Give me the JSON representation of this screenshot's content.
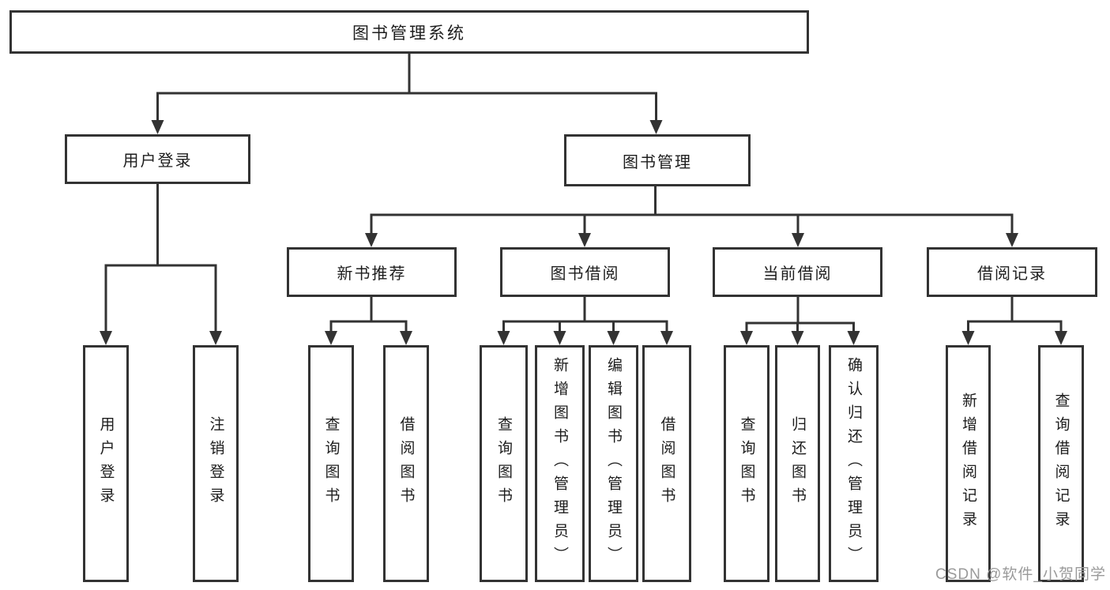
{
  "diagram": {
    "root": {
      "label": "图书管理系统"
    },
    "branches": [
      {
        "label": "用户登录",
        "children": [
          {
            "label": "用户登录"
          },
          {
            "label": "注销登录"
          }
        ]
      },
      {
        "label": "图书管理",
        "children": [
          {
            "label": "新书推荐",
            "children": [
              {
                "label": "查询图书"
              },
              {
                "label": "借阅图书"
              }
            ]
          },
          {
            "label": "图书借阅",
            "children": [
              {
                "label": "查询图书"
              },
              {
                "label": "新增图书（管理员）"
              },
              {
                "label": "编辑图书（管理员）"
              },
              {
                "label": "借阅图书"
              }
            ]
          },
          {
            "label": "当前借阅",
            "children": [
              {
                "label": "查询图书"
              },
              {
                "label": "归还图书"
              },
              {
                "label": "确认归还（管理员）"
              }
            ]
          },
          {
            "label": "借阅记录",
            "children": [
              {
                "label": "新增借阅记录"
              },
              {
                "label": "查询借阅记录"
              }
            ]
          }
        ]
      }
    ]
  },
  "watermark": {
    "text": "CSDN @软件_小贺同学",
    "color": "#9a9a9a"
  },
  "colors": {
    "line": "#333333",
    "box_border": "#333333",
    "text": "#1d1d1d",
    "background": "#ffffff"
  }
}
